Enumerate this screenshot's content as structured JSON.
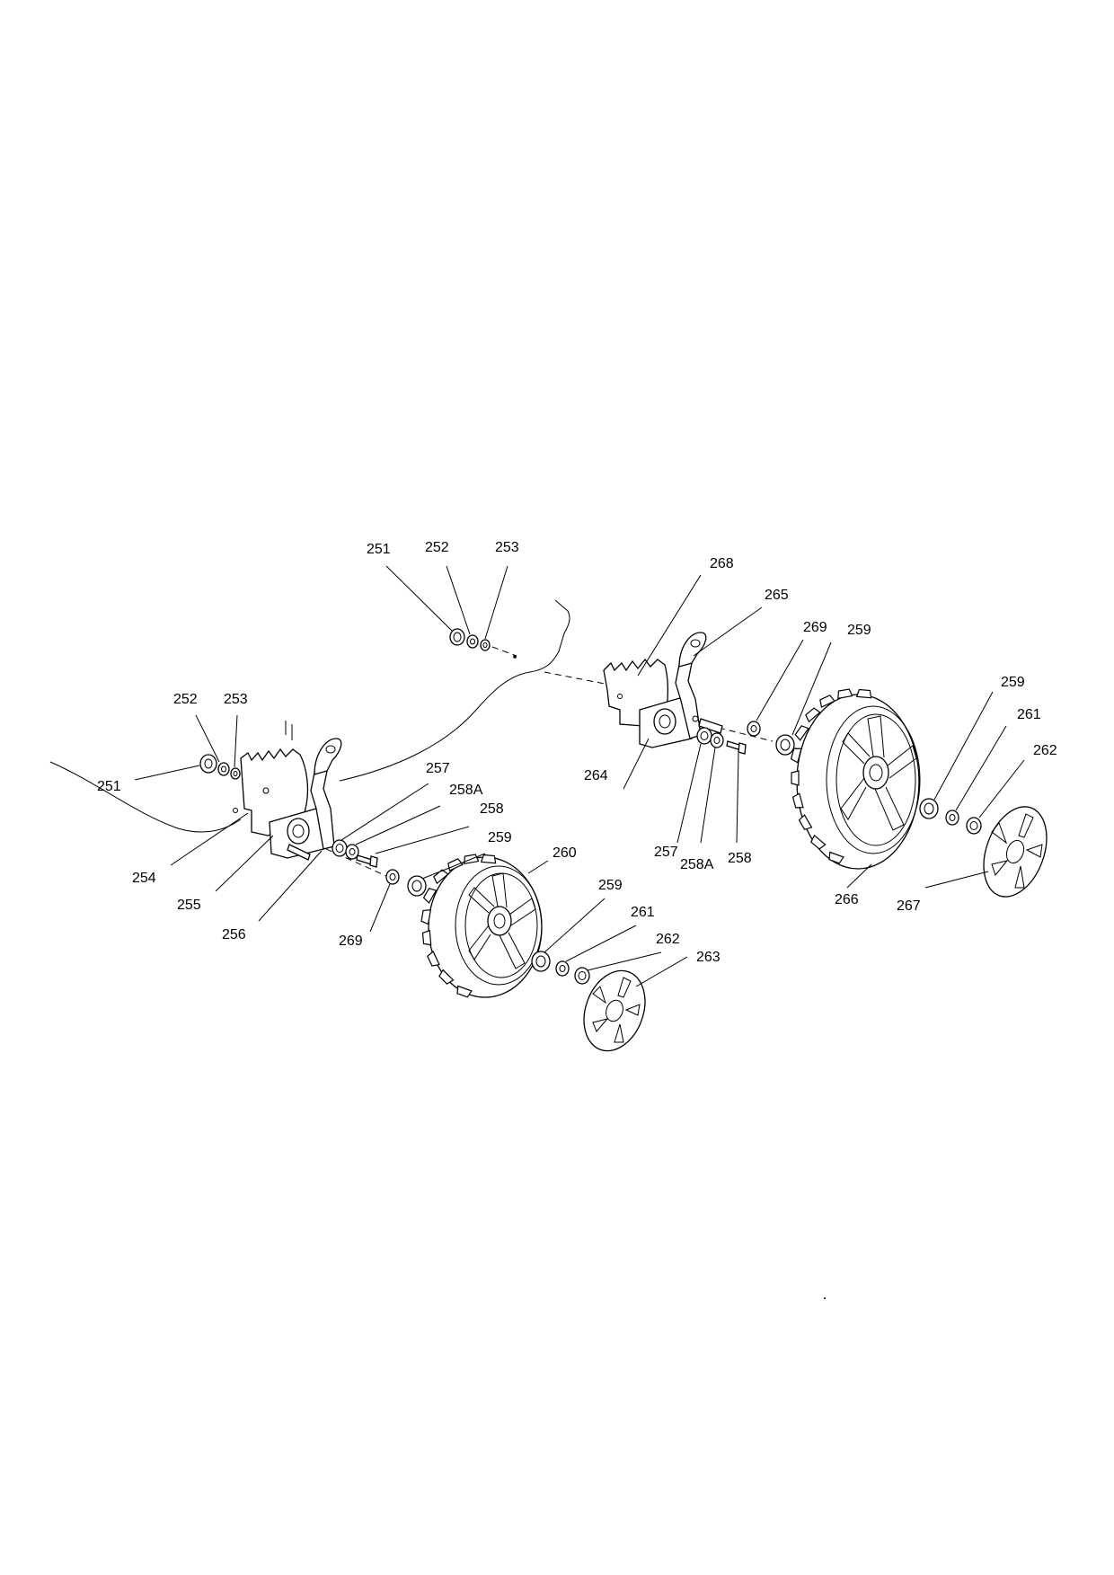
{
  "labels": {
    "upper_251": "251",
    "upper_252": "252",
    "upper_253": "253",
    "left_252": "252",
    "left_253": "253",
    "left_251": "251",
    "left_254": "254",
    "left_255": "255",
    "left_256": "256",
    "left_257": "257",
    "left_258a": "258A",
    "left_258": "258",
    "front_259a": "259",
    "front_269": "269",
    "front_260": "260",
    "front_259b": "259",
    "front_261": "261",
    "front_262": "262",
    "front_263": "263",
    "right_268": "268",
    "right_265": "265",
    "right_269": "269",
    "right_259a": "259",
    "right_264": "264",
    "right_257": "257",
    "right_258a": "258A",
    "right_258": "258",
    "right_259b": "259",
    "right_261": "261",
    "right_262": "262",
    "right_266": "266",
    "right_267": "267"
  }
}
